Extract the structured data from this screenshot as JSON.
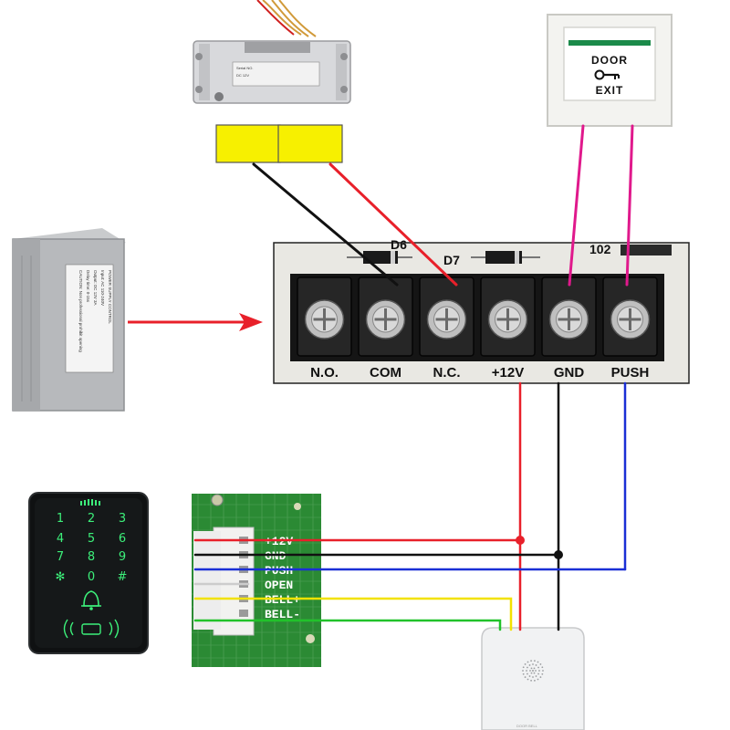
{
  "terminal_block": {
    "diode_labels": [
      "D6",
      "D7",
      "102"
    ],
    "terminals": [
      "N.O.",
      "COM",
      "N.C.",
      "+12V",
      "GND",
      "PUSH"
    ]
  },
  "exit_button": {
    "line1": "DOOR",
    "line2": "EXIT"
  },
  "controller_pcb": {
    "labels": [
      "+12V",
      "GND",
      "PUSH",
      "OPEN",
      "BELL+",
      "BELL-"
    ]
  },
  "keypad": {
    "keys": [
      "1",
      "2",
      "3",
      "4",
      "5",
      "6",
      "7",
      "8",
      "9",
      "✻",
      "0",
      "#"
    ]
  },
  "power_supply": {
    "text_lines": [
      "POWER SUPPLY CONTROL",
      "Input: AC 110-240V",
      "Output: DC 12V 3A",
      "Delay time: 0-15s",
      "CAUTION: Non professional prohibit opening"
    ]
  },
  "lock": {
    "text_lines": [
      "Serial NO.",
      "DC 12V"
    ]
  },
  "doorbell": {
    "label": "DOOR BELL"
  },
  "wire_colors": {
    "red": "#e8202a",
    "black": "#111111",
    "blue": "#1a2fd6",
    "magenta": "#e0198c",
    "yellow": "#f2e200",
    "green": "#21c22a",
    "connector_fill": "#f7f000"
  }
}
